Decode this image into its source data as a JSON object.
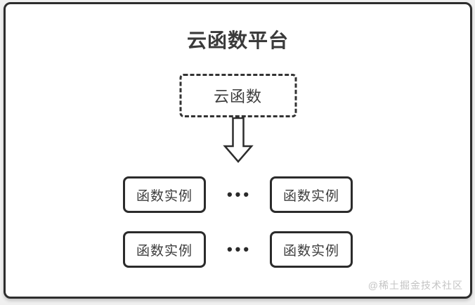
{
  "diagram": {
    "title": "云函数平台",
    "cloud_function": {
      "label": "云函数"
    },
    "arrow_icon": "down-arrow",
    "rows": [
      {
        "left": "函数实例",
        "ellipsis": "•••",
        "right": "函数实例"
      },
      {
        "left": "函数实例",
        "ellipsis": "•••",
        "right": "函数实例"
      }
    ]
  },
  "watermark": "@稀土掘金技术社区",
  "colors": {
    "page_background": "#f0f0f0",
    "card_background": "#ffffff",
    "border": "#2d2d2d",
    "text": "#3d3d3d",
    "watermark": "#c4c4c4"
  }
}
